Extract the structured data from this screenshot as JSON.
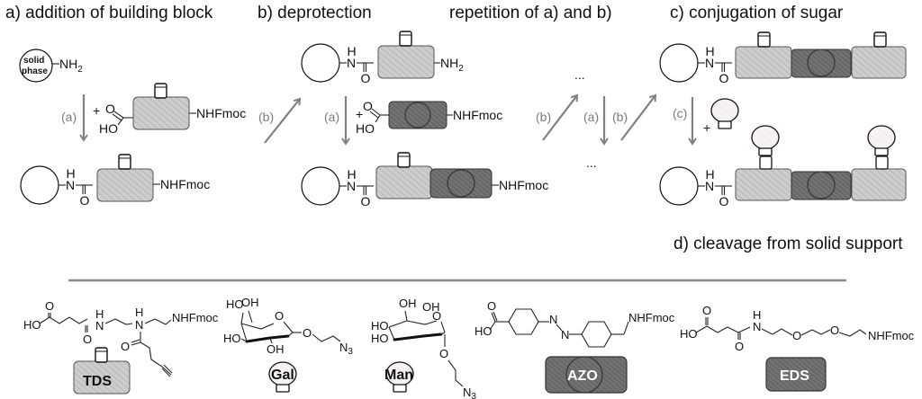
{
  "figure": {
    "steps": {
      "a": "a) addition of building block",
      "b": "b) deprotection",
      "rep": "repetition of a) and b)",
      "c": "c) conjugation of sugar",
      "d": "d) cleavage from solid support"
    },
    "reagent_labels": {
      "a": "(a)",
      "b": "(b)",
      "c": "(c)",
      "plus": "+",
      "ellipsis": "..."
    },
    "chem_text": {
      "solid": "solid",
      "phase": "phase",
      "nh2": "NH",
      "two": "2",
      "nhfmoc": "NHFmoc",
      "h": "H",
      "n": "N",
      "o": "O",
      "ho": "HO",
      "oh": "OH",
      "n3": "N",
      "three": "3"
    },
    "building_blocks": [
      {
        "id": "TDS",
        "label": "TDS",
        "shape": "light-gray-block-with-cylinder"
      },
      {
        "id": "Gal",
        "label": "Gal",
        "shape": "sugar-balloon"
      },
      {
        "id": "Man",
        "label": "Man",
        "shape": "sugar-balloon"
      },
      {
        "id": "AZO",
        "label": "AZO",
        "shape": "dark-gray-block-with-circle"
      },
      {
        "id": "EDS",
        "label": "EDS",
        "shape": "dark-gray-block"
      }
    ],
    "colors": {
      "light_block": "#c9c9c9",
      "dark_block": "#6e6e6e",
      "arrow": "#808080",
      "separator": "#8a8a8a",
      "sugar_fill": "#f6f2f2"
    }
  }
}
